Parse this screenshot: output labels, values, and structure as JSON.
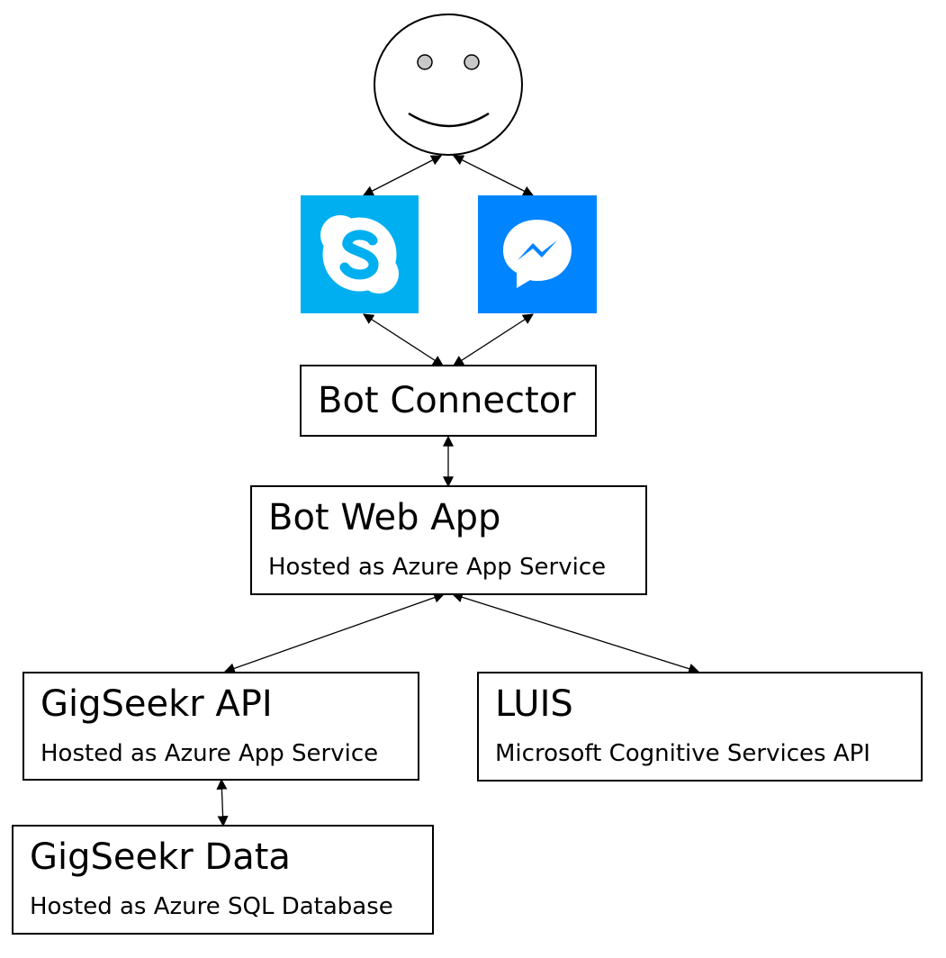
{
  "nodes": {
    "user": {
      "icon": "smiley-face-user-icon"
    },
    "skype": {
      "icon": "skype-icon",
      "color": "#00aff0"
    },
    "messenger": {
      "icon": "messenger-icon",
      "color": "#0084ff"
    },
    "bot_connector": {
      "title": "Bot Connector"
    },
    "bot_web_app": {
      "title": "Bot Web App",
      "subtitle": "Hosted as Azure App Service"
    },
    "gigseekr_api": {
      "title": "GigSeekr API",
      "subtitle": "Hosted as Azure App Service"
    },
    "luis": {
      "title": "LUIS",
      "subtitle": "Microsoft Cognitive Services API"
    },
    "gigseekr_data": {
      "title": "GigSeekr Data",
      "subtitle": "Hosted as Azure SQL Database"
    }
  },
  "connections": [
    [
      "user",
      "skype"
    ],
    [
      "user",
      "messenger"
    ],
    [
      "skype",
      "bot_connector"
    ],
    [
      "messenger",
      "bot_connector"
    ],
    [
      "bot_connector",
      "bot_web_app"
    ],
    [
      "bot_web_app",
      "gigseekr_api"
    ],
    [
      "bot_web_app",
      "luis"
    ],
    [
      "gigseekr_api",
      "gigseekr_data"
    ]
  ]
}
